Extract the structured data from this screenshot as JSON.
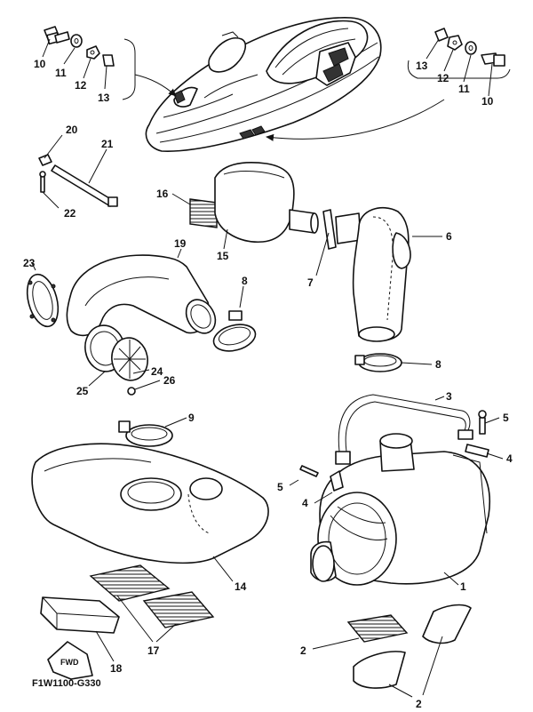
{
  "diagram": {
    "drawing_code": "F1W1100-G330",
    "fwd_label": "FWD",
    "callouts": {
      "c1": "1",
      "c2a": "2",
      "c2b": "2",
      "c3": "3",
      "c4a": "4",
      "c4b": "4",
      "c5a": "5",
      "c5b": "5",
      "c6": "6",
      "c7": "7",
      "c8a": "8",
      "c8b": "8",
      "c9": "9",
      "c10a": "10",
      "c11a": "11",
      "c12a": "12",
      "c13a": "13",
      "c10b": "10",
      "c11b": "11",
      "c12b": "12",
      "c13b": "13",
      "c14": "14",
      "c15": "15",
      "c16": "16",
      "c17": "17",
      "c18": "18",
      "c19": "19",
      "c20": "20",
      "c21": "21",
      "c22": "22",
      "c23": "23",
      "c24": "24",
      "c25": "25",
      "c26": "26"
    }
  }
}
